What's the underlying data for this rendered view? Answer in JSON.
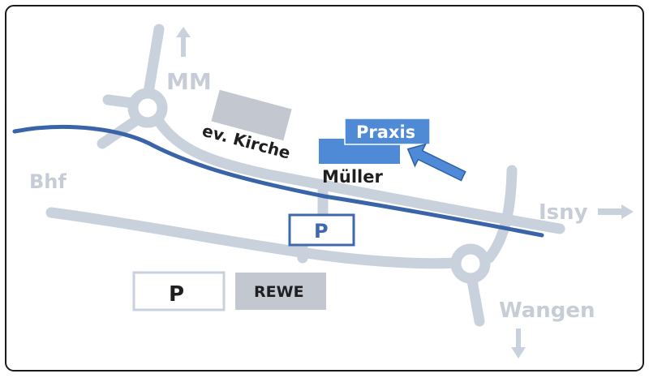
{
  "labels": {
    "mm": "MM",
    "bhf": "Bhf",
    "isny": "Isny",
    "wangen": "Wangen",
    "kirche": "ev. Kirche",
    "praxis": "Praxis",
    "mueller": "Müller",
    "parking_small": "P",
    "parking_large": "P",
    "rewe": "REWE"
  },
  "colors": {
    "road": "#c9d2dc",
    "river": "#3a64a8",
    "praxis": "#4f8ad6",
    "building": "#c3c7cf",
    "label_gray": "#c6cdd6",
    "label_dark": "#1f1f1f",
    "frame": "#1a1a1a",
    "parking_blue": "#3f69ad"
  },
  "icons": {
    "north_arrow": "arrow-up-icon",
    "east_arrow": "arrow-right-icon",
    "south_arrow": "arrow-down-icon",
    "pointer_arrow": "pointer-arrow-icon"
  }
}
